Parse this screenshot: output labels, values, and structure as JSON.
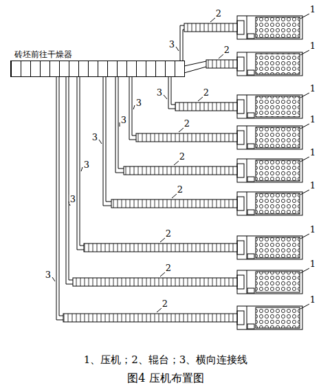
{
  "diagram": {
    "caption": "图4 压机布置图",
    "nodes": [
      {
        "text": [
          "砖坯前往干燥器"
        ]
      }
    ],
    "labels": [
      "1、压机；2、辊台；3、横向连接线",
      "1",
      "1",
      "1",
      "1",
      "1",
      "1",
      "1",
      "1",
      "1",
      "2",
      "2",
      "2",
      "2",
      "2",
      "2",
      "2",
      "2",
      "2",
      "3",
      "3",
      "3",
      "3",
      "3",
      "3",
      "3",
      "3"
    ]
  }
}
